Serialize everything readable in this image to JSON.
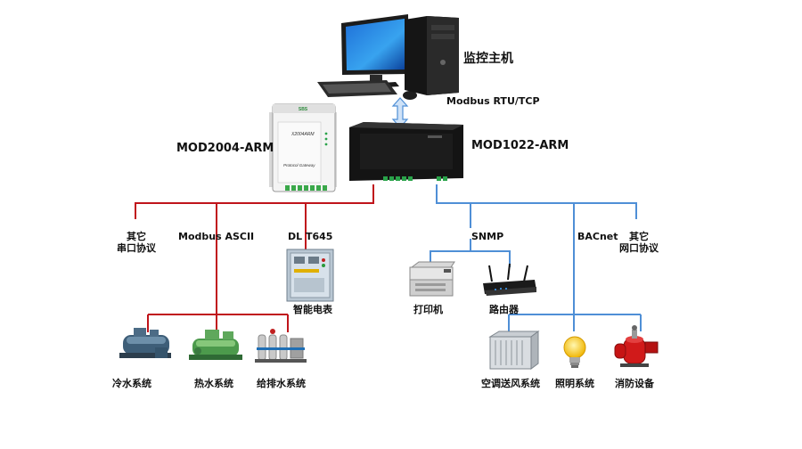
{
  "host": {
    "label": "监控主机",
    "protocol": "Modbus RTU/TCP"
  },
  "gateways": {
    "left": "MOD2004-ARM",
    "right": "MOD1022-ARM",
    "left_device_text": "X2004ARM",
    "left_device_sub": "Protocol Gateway",
    "left_logo": "SBS"
  },
  "left_branch": {
    "protocols": {
      "other_serial_line1": "其它",
      "other_serial_line2": "串口协议",
      "modbus_ascii": "Modbus  ASCII",
      "dl_t645": "DL  T645"
    },
    "devices": {
      "smart_meter": "智能电表",
      "chilled_water": "冷水系统",
      "hot_water": "热水系统",
      "water_supply": "给排水系统"
    }
  },
  "right_branch": {
    "protocols": {
      "snmp": "SNMP",
      "bacnet": "BACnet",
      "other_net_line1": "其它",
      "other_net_line2": "网口协议"
    },
    "devices": {
      "printer": "打印机",
      "router": "路由器",
      "hvac": "空调送风系统",
      "lighting": "照明系统",
      "fire": "消防设备"
    }
  },
  "colors": {
    "red_line": "#c0141b",
    "blue_line": "#4f8fd6"
  }
}
